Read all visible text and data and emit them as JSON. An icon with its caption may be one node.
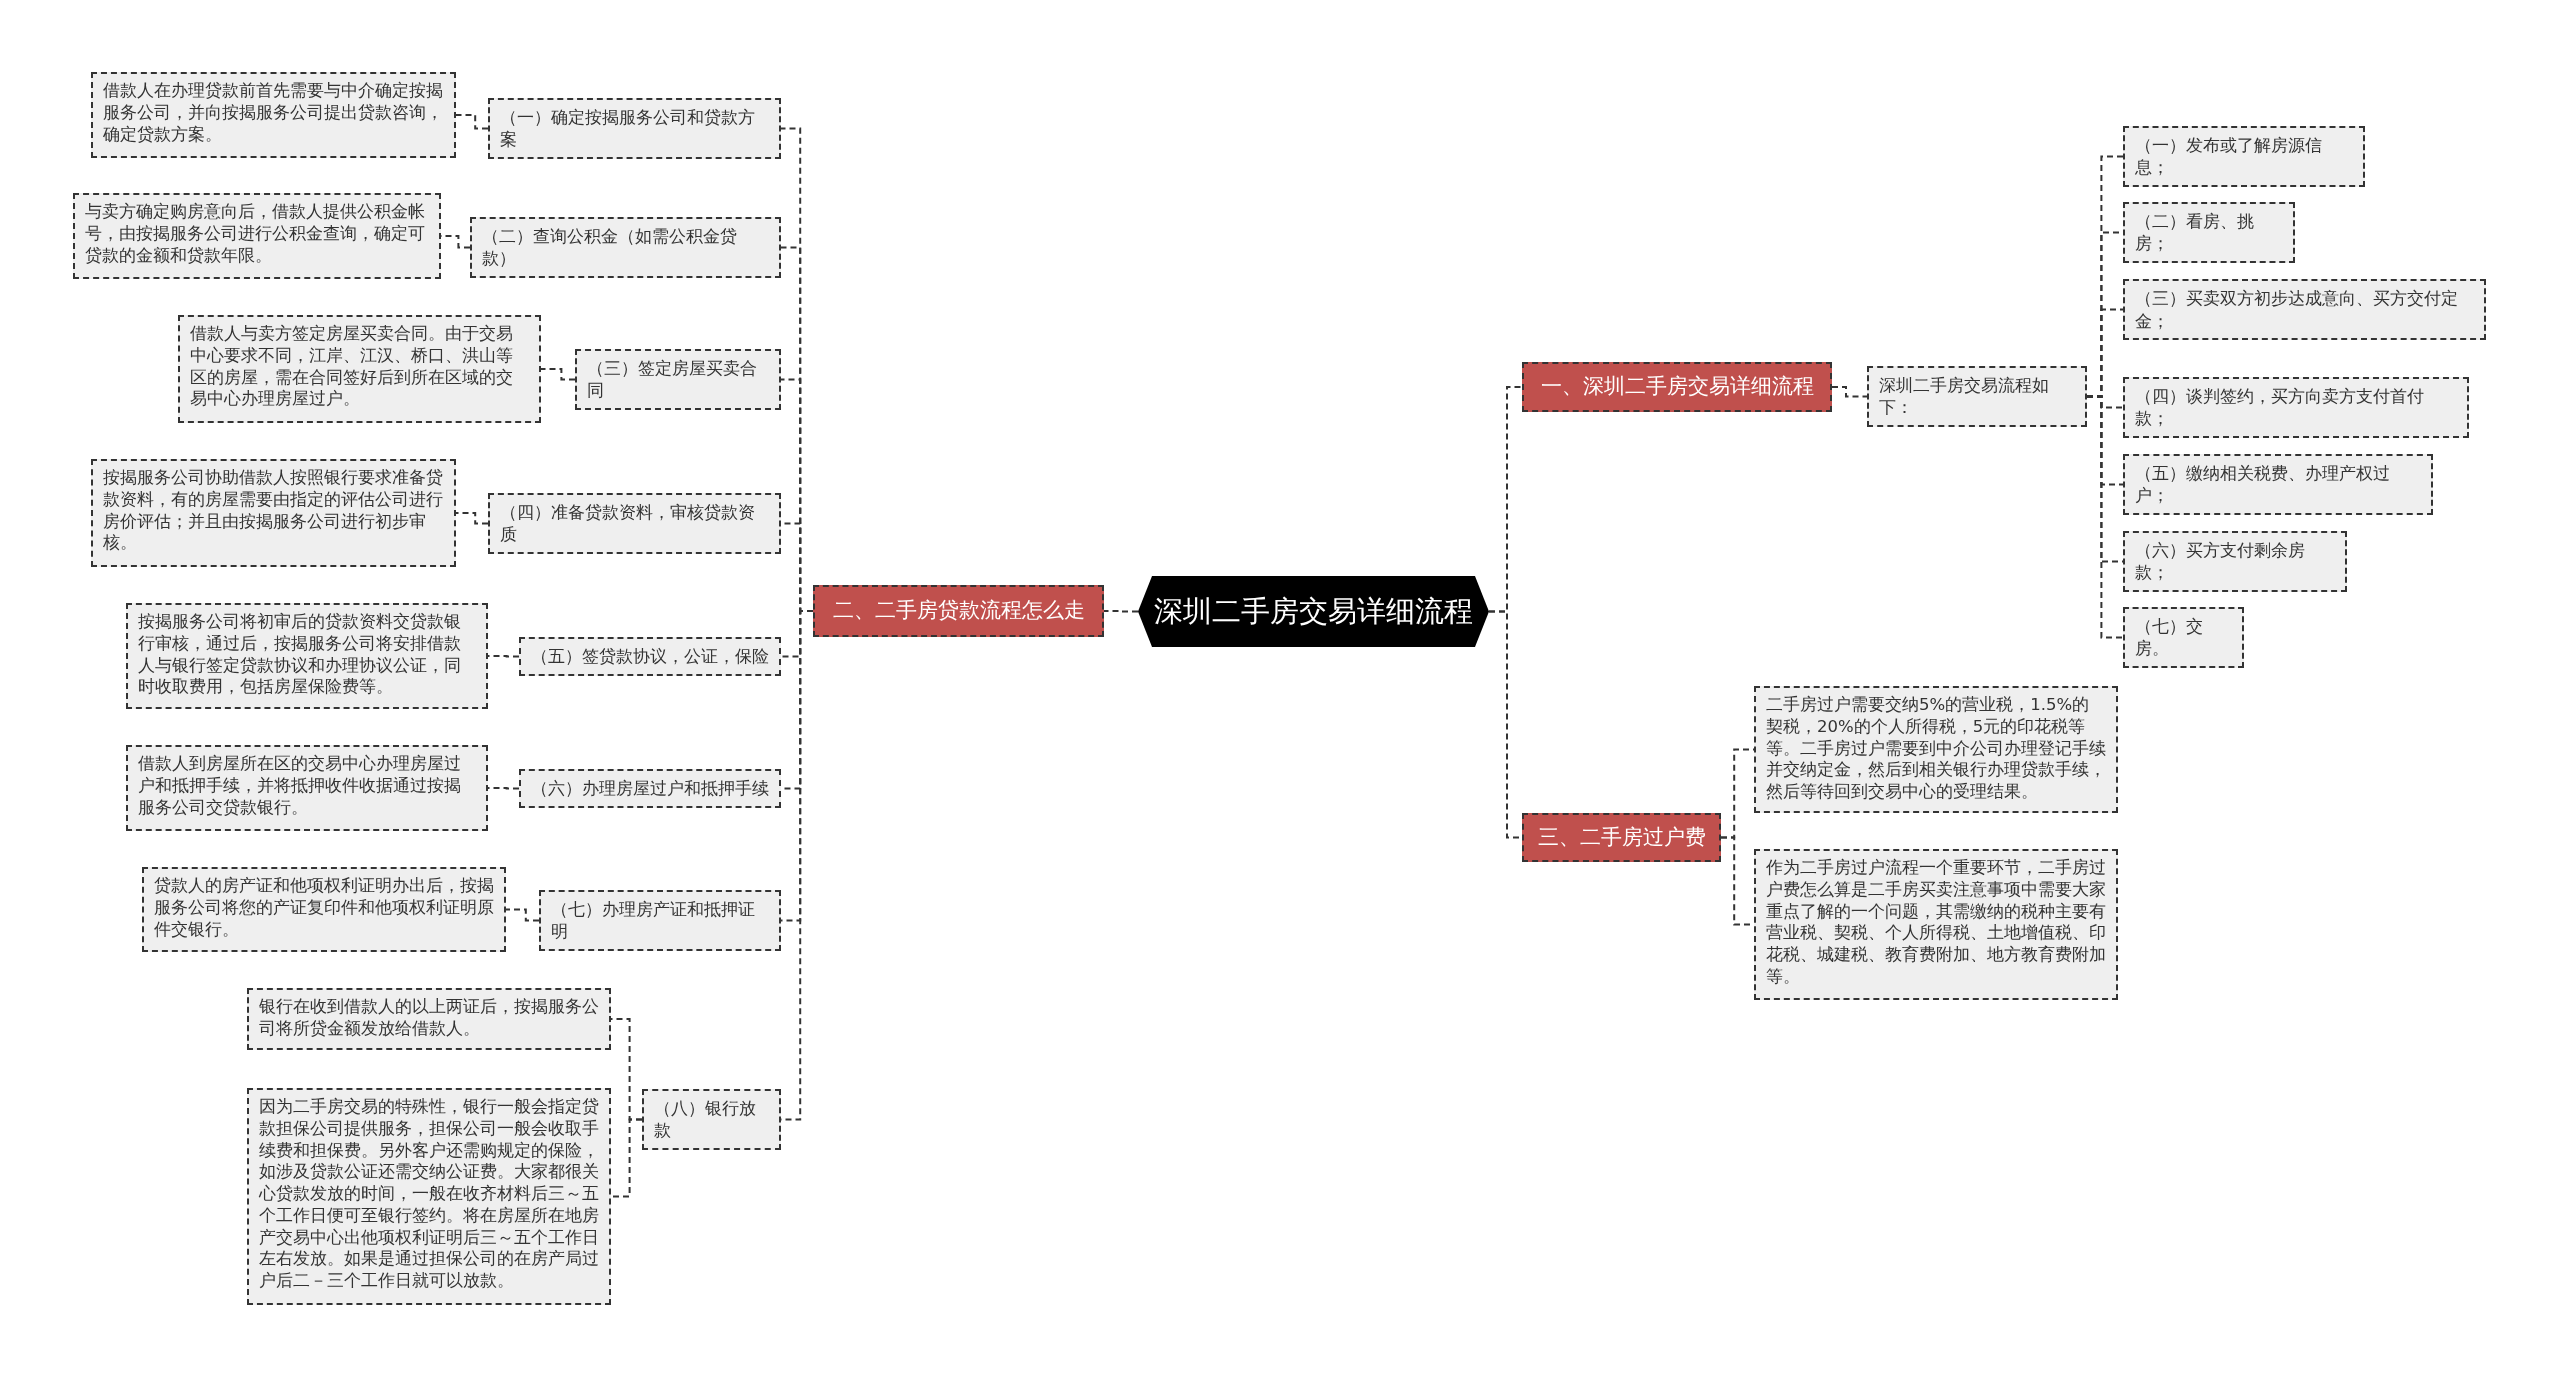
{
  "diagram": {
    "nodes": [
      {
        "text": [
          "深圳二手房交易详细流程"
        ]
      },
      {
        "text": [
          "一、深圳二手房交易详细流程"
        ]
      },
      {
        "text": [
          "深圳二手房交易流程如下："
        ]
      },
      {
        "text": [
          "（一）发布或了解房源信息；"
        ]
      },
      {
        "text": [
          "（二）看房、挑房；"
        ]
      },
      {
        "text": [
          "（三）买卖双方初步达成意向、买方交付定金；"
        ]
      },
      {
        "text": [
          "（四）谈判签约，买方向卖方支付首付款；"
        ]
      },
      {
        "text": [
          "（五）缴纳相关税费、办理产权过户；"
        ]
      },
      {
        "text": [
          "（六）买方支付剩余房款；"
        ]
      },
      {
        "text": [
          "（七）交房。"
        ]
      },
      {
        "text": [
          "三、二手房过户费"
        ]
      },
      {
        "text": [
          "二手房过户需要交纳5%的营业税，1.5%的契税，20%的个人所得税，5元的印花税等等。二手房过户需要到中介公司办理登记手续并交纳定金，然后到相关银行办理贷款手续，然后等待回到交易中心的受理结果。"
        ]
      },
      {
        "text": [
          "作为二手房过户流程一个重要环节，二手房过户费怎么算是二手房买卖注意事项中需要大家重点了解的一个问题，其需缴纳的税种主要有营业税、契税、个人所得税、土地增值税、印花税、城建税、教育费附加、地方教育费附加等。"
        ]
      },
      {
        "text": [
          "二、二手房贷款流程怎么走"
        ]
      },
      {
        "text": [
          "（一）确定按揭服务公司和贷款方案"
        ]
      },
      {
        "text": [
          "借款人在办理贷款前首先需要与中介确定按揭服务公司，并向按揭服务公司提出贷款咨询，确定贷款方案。"
        ]
      },
      {
        "text": [
          "（二）查询公积金（如需公积金贷款）"
        ]
      },
      {
        "text": [
          "与卖方确定购房意向后，借款人提供公积金帐号，由按揭服务公司进行公积金查询，确定可贷款的金额和贷款年限。"
        ]
      },
      {
        "text": [
          "（三）签定房屋买卖合同"
        ]
      },
      {
        "text": [
          "借款人与卖方签定房屋买卖合同。由于交易中心要求不同，江岸、江汉、桥口、洪山等区的房屋，需在合同签好后到所在区域的交易中心办理房屋过户。"
        ]
      },
      {
        "text": [
          "（四）准备贷款资料，审核贷款资质"
        ]
      },
      {
        "text": [
          "按揭服务公司协助借款人按照银行要求准备贷款资料，有的房屋需要由指定的评估公司进行房价评估；并且由按揭服务公司进行初步审核。"
        ]
      },
      {
        "text": [
          "（五）签贷款协议，公证，保险"
        ]
      },
      {
        "text": [
          "按揭服务公司将初审后的贷款资料交贷款银行审核，通过后，按揭服务公司将安排借款人与银行签定贷款协议和办理协议公证，同时收取费用，包括房屋保险费等。"
        ]
      },
      {
        "text": [
          "（六）办理房屋过户和抵押手续"
        ]
      },
      {
        "text": [
          "借款人到房屋所在区的交易中心办理房屋过户和抵押手续，并将抵押收件收据通过按揭服务公司交贷款银行。"
        ]
      },
      {
        "text": [
          "（七）办理房产证和抵押证明"
        ]
      },
      {
        "text": [
          "贷款人的房产证和他项权利证明办出后，按揭服务公司将您的产证复印件和他项权利证明原件交银行。"
        ]
      },
      {
        "text": [
          "（八）银行放款"
        ]
      },
      {
        "text": [
          "银行在收到借款人的以上两证后，按揭服务公司将所贷金额发放给借款人。"
        ]
      },
      {
        "text": [
          "因为二手房交易的特殊性，银行一般会指定贷款担保公司提供服务，担保公司一般会收取手续费和担保费。另外客户还需购规定的保险，如涉及贷款公证还需交纳公证费。大家都很关心贷款发放的时间，一般在收齐材料后三～五个工作日便可至银行签约。将在房屋所在地房产交易中心出他项权利证明后三～五个工作日左右发放。如果是通过担保公司的在房产局过户后二－三个工作日就可以放款。"
        ]
      }
    ],
    "edges": [
      {
        "from": 0,
        "to": 1,
        "arrow": "none"
      },
      {
        "from": 1,
        "to": 2,
        "arrow": "none"
      },
      {
        "from": 2,
        "to": 3,
        "arrow": "none"
      },
      {
        "from": 2,
        "to": 4,
        "arrow": "none"
      },
      {
        "from": 2,
        "to": 5,
        "arrow": "none"
      },
      {
        "from": 2,
        "to": 6,
        "arrow": "none"
      },
      {
        "from": 2,
        "to": 7,
        "arrow": "none"
      },
      {
        "from": 2,
        "to": 8,
        "arrow": "none"
      },
      {
        "from": 2,
        "to": 9,
        "arrow": "none"
      },
      {
        "from": 0,
        "to": 10,
        "arrow": "none"
      },
      {
        "from": 10,
        "to": 11,
        "arrow": "none"
      },
      {
        "from": 10,
        "to": 12,
        "arrow": "none"
      },
      {
        "from": 0,
        "to": 13,
        "arrow": "none"
      },
      {
        "from": 13,
        "to": 14,
        "arrow": "none"
      },
      {
        "from": 14,
        "to": 15,
        "arrow": "none"
      },
      {
        "from": 13,
        "to": 16,
        "arrow": "none"
      },
      {
        "from": 16,
        "to": 17,
        "arrow": "none"
      },
      {
        "from": 13,
        "to": 18,
        "arrow": "none"
      },
      {
        "from": 18,
        "to": 19,
        "arrow": "none"
      },
      {
        "from": 13,
        "to": 20,
        "arrow": "none"
      },
      {
        "from": 20,
        "to": 21,
        "arrow": "none"
      },
      {
        "from": 13,
        "to": 22,
        "arrow": "none"
      },
      {
        "from": 22,
        "to": 23,
        "arrow": "none"
      },
      {
        "from": 13,
        "to": 24,
        "arrow": "none"
      },
      {
        "from": 24,
        "to": 25,
        "arrow": "none"
      },
      {
        "from": 13,
        "to": 26,
        "arrow": "none"
      },
      {
        "from": 26,
        "to": 27,
        "arrow": "none"
      },
      {
        "from": 13,
        "to": 28,
        "arrow": "none"
      },
      {
        "from": 28,
        "to": 29,
        "arrow": "none"
      },
      {
        "from": 28,
        "to": 30,
        "arrow": "none"
      }
    ]
  }
}
